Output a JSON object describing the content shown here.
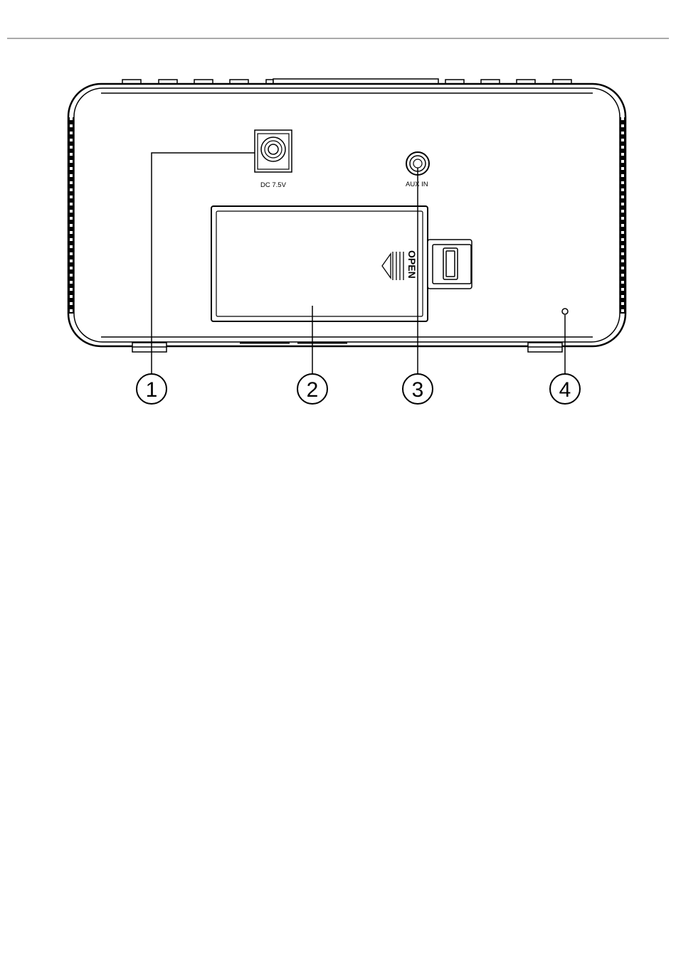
{
  "device": {
    "name": "Rear panel",
    "dc_label": "DC 7.5V",
    "aux_label": "AUX IN",
    "door_label": "OPEN"
  },
  "callouts": [
    {
      "number": "1",
      "target": "dc-power-socket"
    },
    {
      "number": "2",
      "target": "battery-compartment-cover"
    },
    {
      "number": "3",
      "target": "aux-in-socket"
    },
    {
      "number": "4",
      "target": "reset-hole"
    }
  ]
}
